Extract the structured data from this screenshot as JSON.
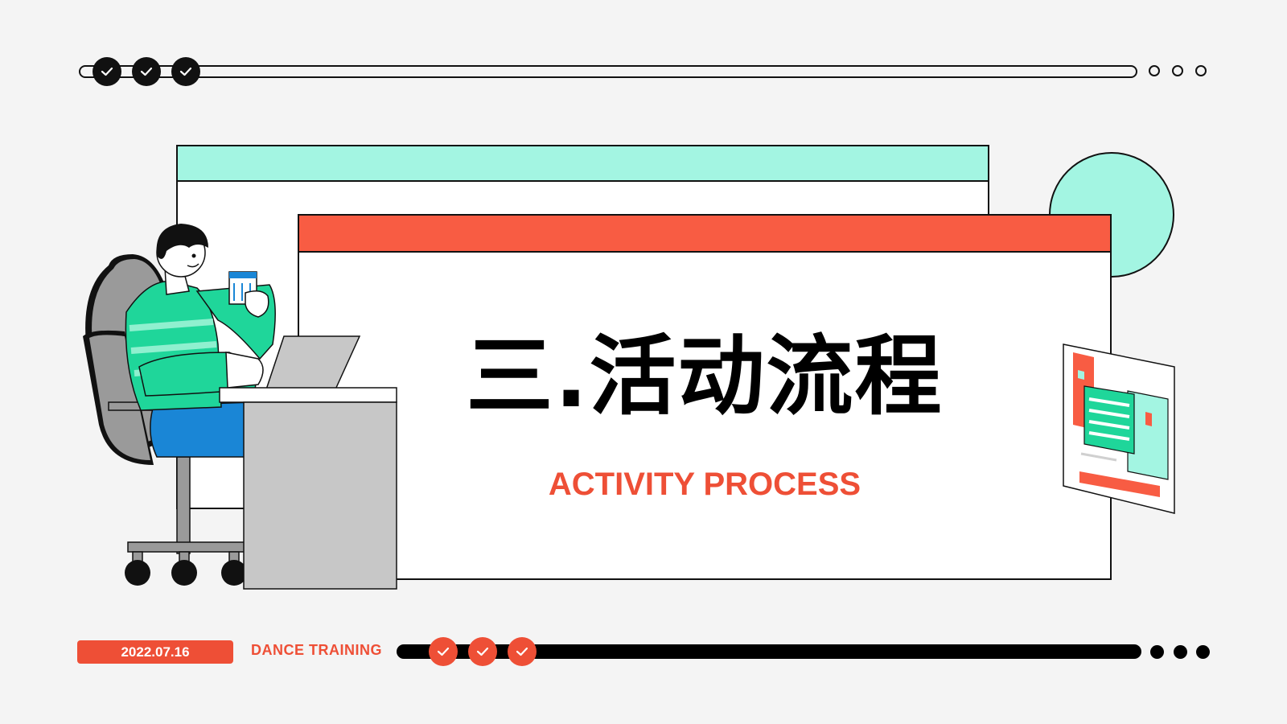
{
  "slide": {
    "title": "三.活动流程",
    "subtitle": "ACTIVITY PROCESS",
    "date": "2022.07.16",
    "tag": "DANCE TRAINING"
  },
  "icons": {
    "top_checks": [
      "check-icon",
      "check-icon",
      "check-icon"
    ],
    "top_rings": [
      "ring-icon",
      "ring-icon",
      "ring-icon"
    ],
    "bottom_checks": [
      "check-icon",
      "check-icon",
      "check-icon"
    ],
    "bottom_dots": [
      "dot-icon",
      "dot-icon",
      "dot-icon"
    ]
  },
  "colors": {
    "accent_red": "#ee4f36",
    "accent_teal": "#a3f5e2",
    "sweater_green": "#1fd69a",
    "pants_blue": "#1a86d6",
    "background": "#f4f4f4"
  }
}
